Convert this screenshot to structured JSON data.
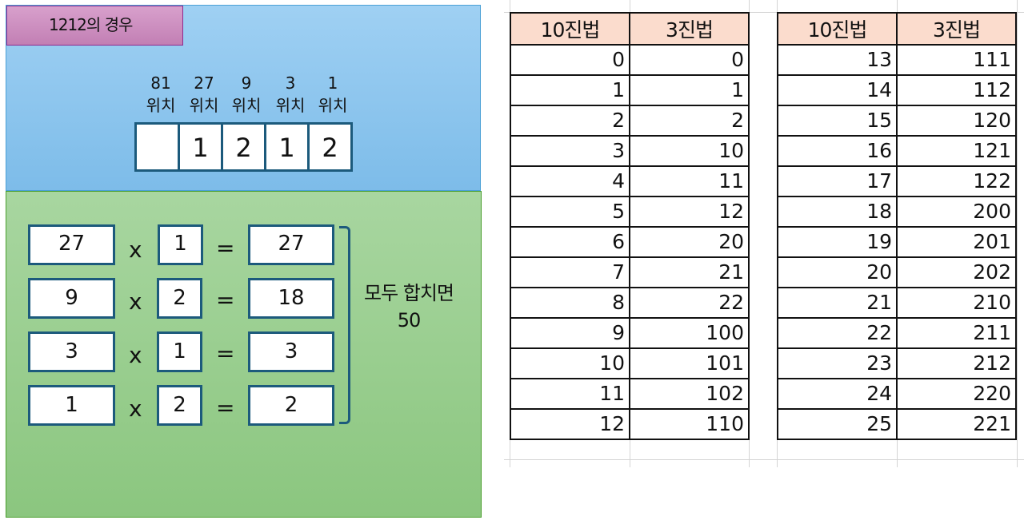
{
  "diagram": {
    "title": "1212의 경우",
    "positions": [
      {
        "value": "81",
        "label": "위치"
      },
      {
        "value": "27",
        "label": "위치"
      },
      {
        "value": "9",
        "label": "위치"
      },
      {
        "value": "3",
        "label": "위치"
      },
      {
        "value": "1",
        "label": "위치"
      }
    ],
    "digits": [
      "",
      "1",
      "2",
      "1",
      "2"
    ],
    "equations": [
      {
        "weight": "27",
        "op": "x",
        "digit": "1",
        "eq": "=",
        "result": "27"
      },
      {
        "weight": "9",
        "op": "x",
        "digit": "2",
        "eq": "=",
        "result": "18"
      },
      {
        "weight": "3",
        "op": "x",
        "digit": "1",
        "eq": "=",
        "result": "3"
      },
      {
        "weight": "1",
        "op": "x",
        "digit": "2",
        "eq": "=",
        "result": "2"
      }
    ],
    "sum_label": "모두 합치면",
    "sum_value": "50",
    "colors": {
      "title_bg": "#c98cbd",
      "top_panel": "#8ec6ee",
      "bottom_panel": "#9ace8e",
      "box_border": "#1c5a7c",
      "header_bg": "#fbdccd"
    }
  },
  "tables": [
    {
      "headers": [
        "10진법",
        "3진법"
      ],
      "rows": [
        [
          "0",
          "0"
        ],
        [
          "1",
          "1"
        ],
        [
          "2",
          "2"
        ],
        [
          "3",
          "10"
        ],
        [
          "4",
          "11"
        ],
        [
          "5",
          "12"
        ],
        [
          "6",
          "20"
        ],
        [
          "7",
          "21"
        ],
        [
          "8",
          "22"
        ],
        [
          "9",
          "100"
        ],
        [
          "10",
          "101"
        ],
        [
          "11",
          "102"
        ],
        [
          "12",
          "110"
        ]
      ]
    },
    {
      "headers": [
        "10진법",
        "3진법"
      ],
      "rows": [
        [
          "13",
          "111"
        ],
        [
          "14",
          "112"
        ],
        [
          "15",
          "120"
        ],
        [
          "16",
          "121"
        ],
        [
          "17",
          "122"
        ],
        [
          "18",
          "200"
        ],
        [
          "19",
          "201"
        ],
        [
          "20",
          "202"
        ],
        [
          "21",
          "210"
        ],
        [
          "22",
          "211"
        ],
        [
          "23",
          "212"
        ],
        [
          "24",
          "220"
        ],
        [
          "25",
          "221"
        ]
      ]
    }
  ]
}
